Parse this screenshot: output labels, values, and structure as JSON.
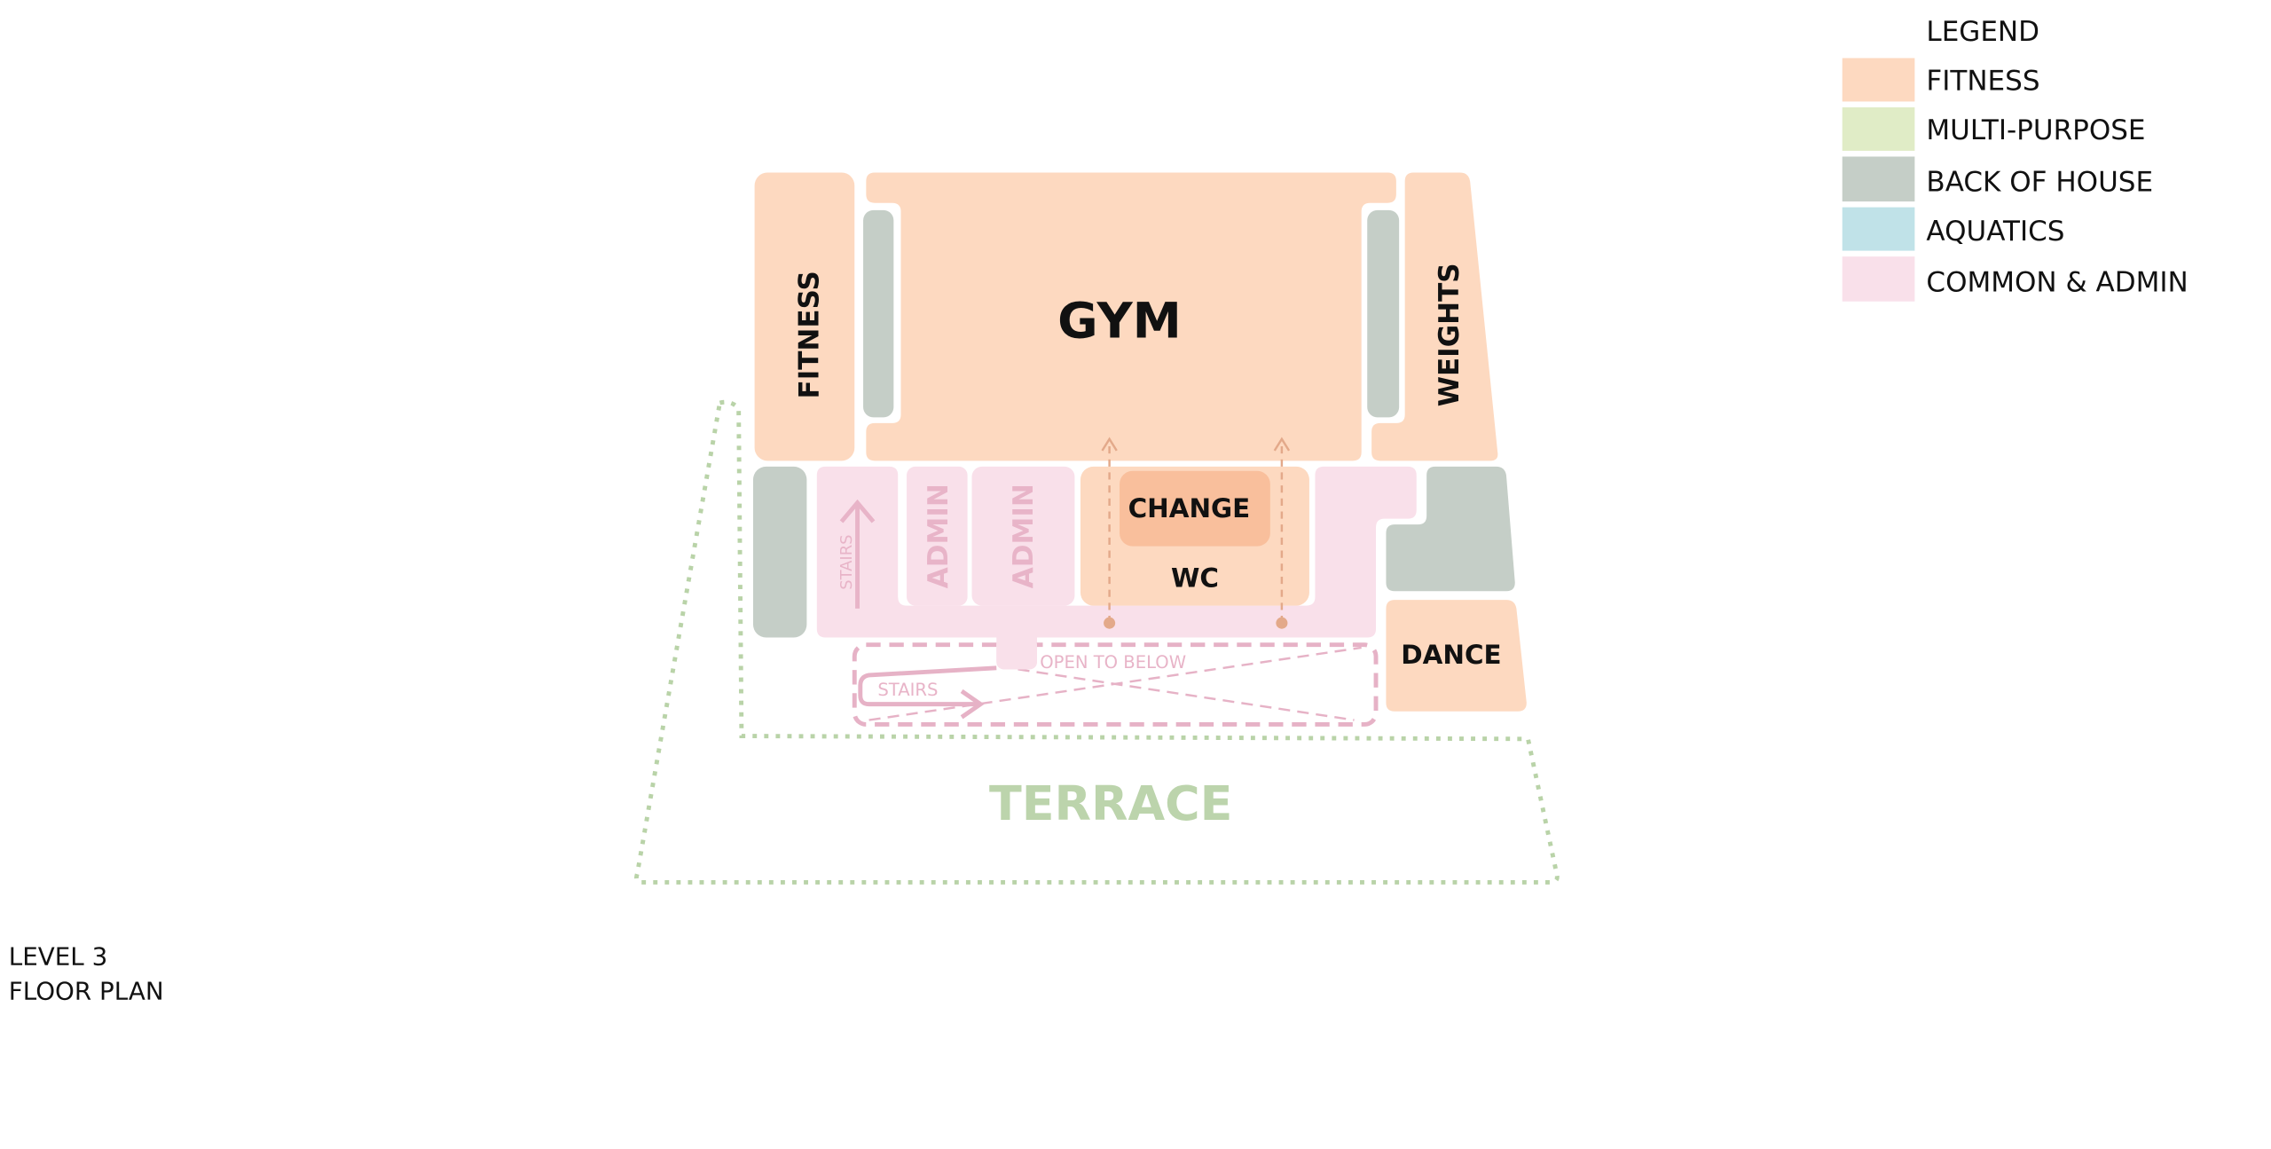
{
  "title": {
    "line1": "LEVEL 3",
    "line2": "FLOOR PLAN"
  },
  "legend": {
    "heading": "LEGEND",
    "items": [
      {
        "label": "FITNESS",
        "color": "#fdd9c0"
      },
      {
        "label": "MULTI-PURPOSE",
        "color": "#e0ecc6"
      },
      {
        "label": "BACK OF HOUSE",
        "color": "#c5cec7"
      },
      {
        "label": "AQUATICS",
        "color": "#c0e2e8"
      },
      {
        "label": "COMMON & ADMIN",
        "color": "#f9e0ea"
      }
    ]
  },
  "rooms": {
    "fitness": "FITNESS",
    "gym": "GYM",
    "weights": "WEIGHTS",
    "change": "CHANGE",
    "wc": "WC",
    "admin1": "ADMIN",
    "admin2": "ADMIN",
    "stairs_up": "STAIRS",
    "stairs_down": "STAIRS",
    "open_to_below": "OPEN TO BELOW",
    "dance": "DANCE",
    "terrace": "TERRACE"
  },
  "colors": {
    "change": "#f9bf9c",
    "terrace": "#b9d3a8",
    "pink_text": "#e8b4c8",
    "arrow": "#e3a98a"
  }
}
